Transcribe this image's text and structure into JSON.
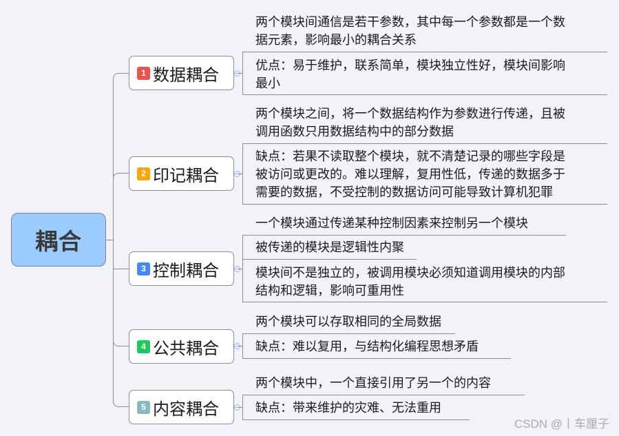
{
  "root": {
    "label": "耦合",
    "color": "#9ccbff"
  },
  "branches": [
    {
      "index": "1",
      "label": "数据耦合",
      "badge_color": "#e8524f",
      "leaves": [
        "两个模块间通信是若干参数，其中每一个参数都是一个数\n据元素，影响最小的耦合关系",
        "优点：易于维护，联系简单，模块独立性好，模块间影响\n最小"
      ]
    },
    {
      "index": "2",
      "label": "印记耦合",
      "badge_color": "#f8a70a",
      "leaves": [
        "两个模块之间，将一个数据结构作为参数进行传递，且被\n调用函数只用数据结构中的部分数据",
        "缺点：若果不读取整个模块，就不清楚记录的哪些字段是\n被访问或更改的。难以理解，复用性低，传递的数据多于\n需要的数据，不受控制的数据访问可能导致计算机犯罪"
      ]
    },
    {
      "index": "3",
      "label": "控制耦合",
      "badge_color": "#4b87f2",
      "leaves": [
        "一个模块通过传递某种控制因素来控制另一个模块",
        "被传递的模块是逻辑性内聚",
        "模块间不是独立的，被调用模块必须知道调用模块的内部\n结构和逻辑，影响可重用性"
      ]
    },
    {
      "index": "4",
      "label": "公共耦合",
      "badge_color": "#1dc861",
      "leaves": [
        "两个模块可以存取相同的全局数据",
        "缺点：难以复用，与结构化编程思想矛盾"
      ]
    },
    {
      "index": "5",
      "label": "内容耦合",
      "badge_color": "#8db7bf",
      "leaves": [
        "两个模块中，一个直接引用了另一个的内容",
        "缺点：带来维护的灾难、无法重用"
      ]
    }
  ],
  "watermark": "CSDN @丨车厘子"
}
